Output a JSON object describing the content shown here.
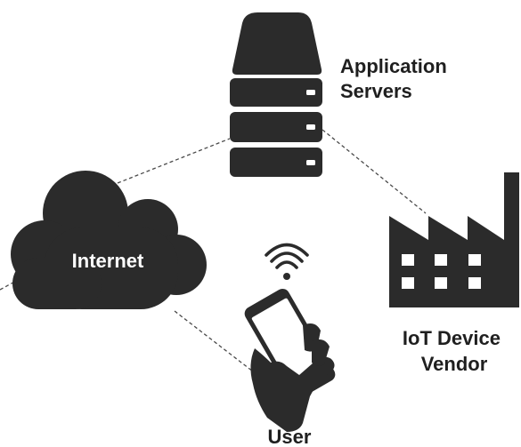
{
  "nodes": {
    "app_servers": {
      "label_line1": "Application",
      "label_line2": "Servers",
      "icon": "server-rack-icon"
    },
    "internet": {
      "label": "Internet",
      "icon": "cloud-icon"
    },
    "iot_vendor": {
      "label_line1": "IoT Device",
      "label_line2": "Vendor",
      "icon": "factory-icon"
    },
    "user": {
      "label": "User",
      "icon": "hand-smartphone-icon"
    }
  },
  "colors": {
    "icon": "#2b2b2b",
    "text": "#1f1f1f",
    "connector": "#4a4a4a",
    "background": "#ffffff"
  }
}
